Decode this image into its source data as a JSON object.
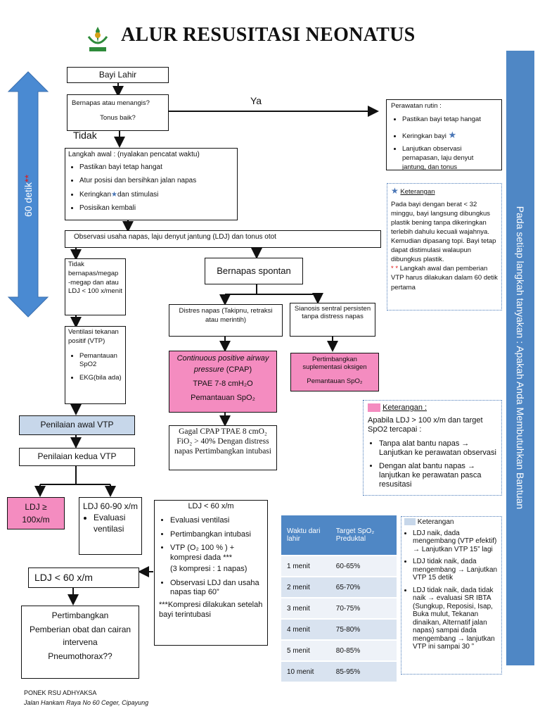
{
  "title": "ALUR RESUSITASI NEONATUS",
  "timer_label": "60 detik",
  "timer_mark": "**",
  "side_banner": "Pada setiap langkah tanyakan : Apakah Anda Membutuhkan Bantuan",
  "bayi_lahir": "Bayi Lahir",
  "question": {
    "line1": "Bernapas atau menangis?",
    "line2": "Tonus baik?"
  },
  "ya": "Ya",
  "tidak": "Tidak",
  "perawatan_rutin": {
    "title": "Perawatan rutin :",
    "items": [
      "Pastikan bayi tetap hangat",
      "Keringkan bayi",
      "Lanjutkan observasi pernapasan, laju denyut jantung, dan tonus"
    ]
  },
  "langkah_awal": {
    "title": "Langkah awal : (nyalakan pencatat waktu)",
    "items": [
      "Pastikan bayi tetap hangat",
      "Atur posisi dan bersihkan jalan napas",
      "Keringkan",
      "dan stimulasi",
      "Posisikan kembali"
    ]
  },
  "star": "★",
  "keterangan1": {
    "title": "Keterangan",
    "body": "Pada bayi dengan berat < 32 minggu, bayi langsung dibungkus plastik bening tanpa dikeringkan terlebih dahulu kecuali wajahnya. Kemudian dipasang topi. Bayi tetap dapat distimulasi walaupun dibungkus plastik.",
    "stars": "* *",
    "body2": "Langkah awal dan pemberian VTP harus dilakukan dalam 60 detik pertama"
  },
  "observasi": "Observasi usaha napas, laju denyut jantung (LDJ) dan tonus otot",
  "tidak_bernapas": "Tidak bernapas/megap -megap dan atau LDJ < 100 x/menit",
  "bernapas_spontan": "Bernapas spontan",
  "distres": "Distres napas (Takipnu, retraksi atau merintih)",
  "sianosis": "Sianosis sentral persisten tanpa distress napas",
  "vtp_box": {
    "text": "Ventilasi tekanan positif (VTP)",
    "items": [
      "Pemantauan SpO2",
      "EKG(bila ada)"
    ]
  },
  "cpap": {
    "line1": "Continuous positive airway pressure",
    "abbr": "(CPAP)",
    "line2": "TPAE 7-8 cmH₂O",
    "line3": "Pemantauan SpO₂"
  },
  "suplementasi": {
    "line1": "Pertimbangkan suplementasi oksigen",
    "line2": "Pemantauan SpO₂"
  },
  "gagal_cpap": "Gagal CPAP TPAE 8 cmO₂ FiO₂ > 40% Dengan distress napas Pertimbangkan intubasi",
  "penilaian_awal": "Penilaian awal VTP",
  "penilaian_kedua": "Penilaian kedua VTP",
  "keterangan2": {
    "title": "Keterangan :",
    "body": "Apabila LDJ > 100 x/m dan target SpO2 tercapai :",
    "items": [
      "Tanpa alat bantu napas → Lanjutkan ke perawatan observasi",
      "Dengan alat bantu napas → lanjutkan ke perawatan pasca resusitasi"
    ]
  },
  "ldj100": "LDJ ≥ 100x/m",
  "ldj6090": {
    "title": "LDJ 60-90 x/m",
    "items": [
      "Evaluasi ventilasi"
    ]
  },
  "ldj60box": {
    "title": "LDJ < 60 x/m",
    "items": [
      "Evaluasi ventilasi",
      "Pertimbangkan intubasi",
      "VTP (O₂ 100 % ) + kompresi dada ***"
    ],
    "sub": "(3 kompresi : 1 napas)",
    "items2": [
      "Observasi LDJ dan usaha napas tiap 60”"
    ],
    "note": "***Kompresi dilakukan setelah bayi terintubasi"
  },
  "ldj60": "LDJ < 60 x/m",
  "pertimbangkan": {
    "title": "Pertimbangkan",
    "line1": "Pemberian obat dan cairan intervena",
    "line2": "Pneumothorax??"
  },
  "table": {
    "headers": [
      "Waktu dari lahir",
      "Target SpO₂ Preduktal"
    ],
    "rows": [
      [
        "1 menit",
        "60-65%"
      ],
      [
        "2 menit",
        "65-70%"
      ],
      [
        "3 menit",
        "70-75%"
      ],
      [
        "4 menit",
        "75-80%"
      ],
      [
        "5 menit",
        "80-85%"
      ],
      [
        "10 menit",
        "85-95%"
      ]
    ]
  },
  "keterangan3": {
    "title": "Keterangan",
    "items": [
      "LDJ naik, dada mengembang (VTP efektif) → Lanjutkan VTP 15” lagi",
      "LDJ tidak naik, dada mengembang → Lanjutkan VTP 15 detik",
      "LDJ tidak naik, dada tidak naik → evaluasi SR IBTA (Sungkup, Reposisi, Isap, Buka mulut, Tekanan dinaikan, Alternatif jalan napas) sampai dada mengembang → lanjutkan VTP ini sampai 30 ”"
    ]
  },
  "footer": {
    "line1": "PONEK RSU ADHYAKSA",
    "line2": "Jalan Hankam Raya No 60 Ceger, Cipayung"
  },
  "colors": {
    "pink": "#f48cc0",
    "light_blue": "#c7d7ea",
    "banner_blue": "#4f87c5",
    "arrow_blue": "#4a8ad2"
  }
}
